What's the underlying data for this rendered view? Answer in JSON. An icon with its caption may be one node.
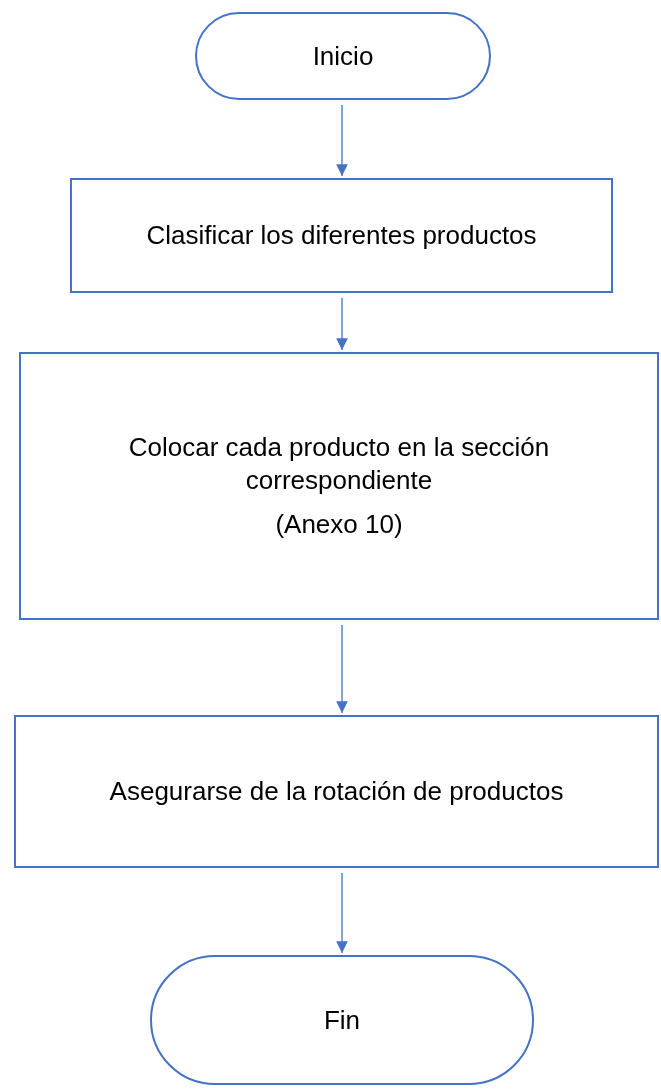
{
  "diagram": {
    "nodes": [
      {
        "text": [
          "Inicio"
        ]
      },
      {
        "text": [
          "Clasificar los diferentes productos"
        ]
      },
      {
        "text": [
          "Colocar cada producto en la sección correspondiente",
          "(Anexo 10)"
        ]
      },
      {
        "text": [
          "Asegurarse de la rotación de productos"
        ]
      },
      {
        "text": [
          "Fin"
        ]
      }
    ],
    "edges": [
      {
        "from": 0,
        "to": 1,
        "arrow": "to"
      },
      {
        "from": 1,
        "to": 2,
        "arrow": "to"
      },
      {
        "from": 2,
        "to": 3,
        "arrow": "to"
      },
      {
        "from": 3,
        "to": 4,
        "arrow": "to"
      }
    ]
  }
}
